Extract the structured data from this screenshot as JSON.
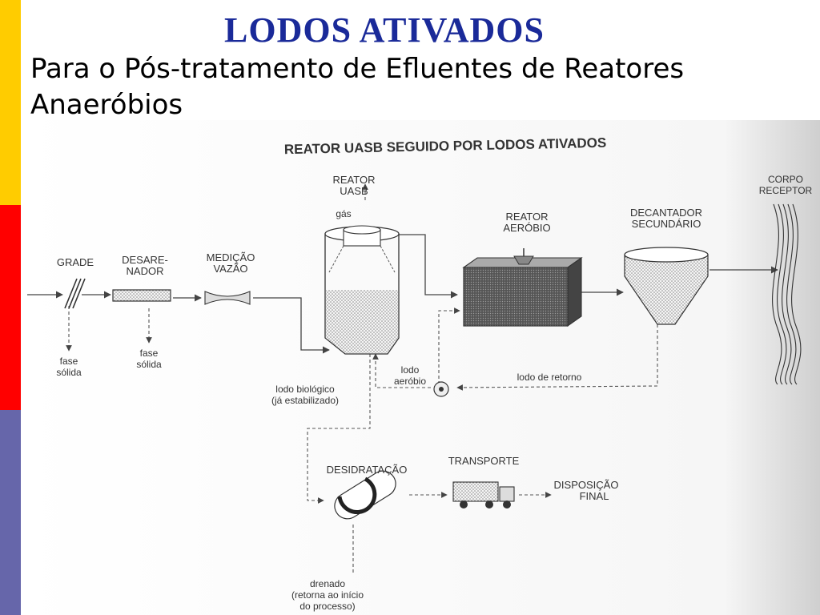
{
  "slide": {
    "title": "LODOS ATIVADOS",
    "subtitle": "Para o Pós-tratamento de Efluentes de Reatores Anaeróbios"
  },
  "diagram": {
    "title": "REATOR UASB SEGUIDO POR LODOS ATIVADOS",
    "labels": {
      "grade": "GRADE",
      "desarenador_1": "DESARE-",
      "desarenador_2": "NADOR",
      "medicao_1": "MEDIÇÃO",
      "medicao_2": "VAZÃO",
      "reator_uasb_1": "REATOR",
      "reator_uasb_2": "UASB",
      "gas": "gás",
      "reator_aerobio_1": "REATOR",
      "reator_aerobio_2": "AERÓBIO",
      "decantador_1": "DECANTADOR",
      "decantador_2": "SECUNDÁRIO",
      "corpo_1": "CORPO",
      "corpo_2": "RECEPTOR",
      "fase_solida_a_1": "fase",
      "fase_solida_a_2": "sólida",
      "fase_solida_b_1": "fase",
      "fase_solida_b_2": "sólida",
      "lodo_aerobio_1": "lodo",
      "lodo_aerobio_2": "aeróbio",
      "lodo_retorno": "lodo de retorno",
      "lodo_biologico_1": "lodo biológico",
      "lodo_biologico_2": "(já estabilizado)",
      "desidratacao": "DESIDRATAÇÃO",
      "transporte": "TRANSPORTE",
      "disposicao_1": "DISPOSIÇÃO",
      "disposicao_2": "FINAL",
      "drenado_1": "drenado",
      "drenado_2": "(retorna ao início",
      "drenado_3": "do processo)"
    }
  }
}
